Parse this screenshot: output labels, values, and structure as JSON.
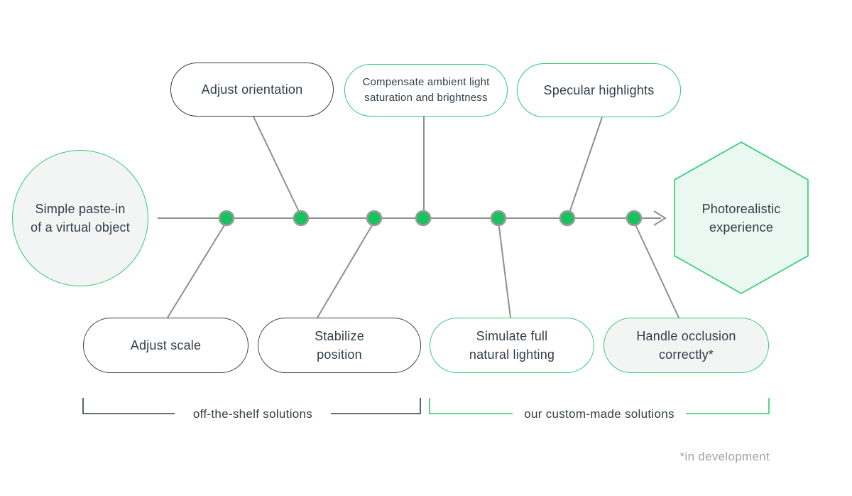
{
  "title": "AR photorealism pipeline diagram",
  "colors": {
    "green": "#2ecc71",
    "dot_green": "#16c35f",
    "dot_ring": "#9b9b9b",
    "line_gray": "#8f8f8f",
    "navy": "#323e48",
    "light_gray_fill": "#f3f4f4",
    "light_green_fill": "#e9f8f0",
    "footnote_gray": "#a3a3a3"
  },
  "start_node": {
    "label": "Simple paste-in\nof a virtual object"
  },
  "end_node": {
    "label": "Photorealistic\nexperience"
  },
  "top_nodes": [
    {
      "label": "Adjust orientation",
      "style": "dark"
    },
    {
      "label": "Compensate ambient light\nsaturation and brightness",
      "style": "green"
    },
    {
      "label": "Specular highlights",
      "style": "green"
    }
  ],
  "bottom_nodes": [
    {
      "label": "Adjust scale",
      "style": "dark"
    },
    {
      "label": "Stabilize\nposition",
      "style": "dark"
    },
    {
      "label": "Simulate full\nnatural lighting",
      "style": "green"
    },
    {
      "label": "Handle occlusion\ncorrectly*",
      "style": "green-gray"
    }
  ],
  "milestone_dot_count": 7,
  "brackets": [
    {
      "label": "off-the-shelf solutions",
      "color": "dark"
    },
    {
      "label": "our custom-made solutions",
      "color": "green"
    }
  ],
  "footnote": "*in development"
}
